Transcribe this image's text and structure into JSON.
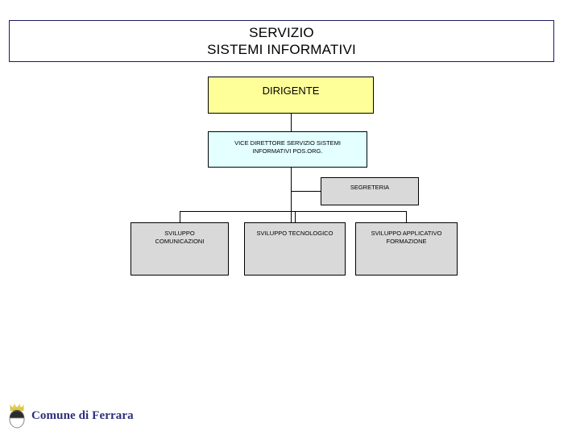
{
  "header": {
    "line1": "SERVIZIO",
    "line2": "SISTEMI INFORMATIVI",
    "border_color": "#1a1a66"
  },
  "org_chart": {
    "type": "org-chart",
    "nodes": [
      {
        "id": "dirigente",
        "label": "DIRIGENTE",
        "level": 1,
        "fill": "#ffff99",
        "border": "#000000"
      },
      {
        "id": "vice-direttore",
        "label": "VICE DIRETTORE SERVIZIO SISTEMI\nINFORMATIVI POS.ORG.",
        "level": 2,
        "fill": "#e3ffff",
        "border": "#000000",
        "parent": "dirigente"
      },
      {
        "id": "segreteria",
        "label": "SEGRETERIA",
        "level": 3,
        "fill": "#d9d9d9",
        "border": "#000000",
        "parent": "vice-direttore"
      },
      {
        "id": "sviluppo-comunicazioni",
        "label": "SVILUPPO\nCOMUNICAZIONI",
        "level": 4,
        "fill": "#d9d9d9",
        "border": "#000000",
        "parent": "vice-direttore"
      },
      {
        "id": "sviluppo-tecnologico",
        "label": "SVILUPPO TECNOLOGICO",
        "level": 4,
        "fill": "#d9d9d9",
        "border": "#000000",
        "parent": "vice-direttore"
      },
      {
        "id": "sviluppo-applicativo",
        "label": "SVILUPPO APPLICATIVO\nFORMAZIONE",
        "level": 4,
        "fill": "#d9d9d9",
        "border": "#000000",
        "parent": "vice-direttore"
      }
    ]
  },
  "footer": {
    "organization": "Comune di Ferrara",
    "crest_icon": "ferrara-coat-of-arms-icon",
    "text_color": "#2e2e7a",
    "crown_color": "#e8d24a",
    "shield_top_color": "#2b2b2b",
    "shield_bottom_color": "#ffffff"
  }
}
